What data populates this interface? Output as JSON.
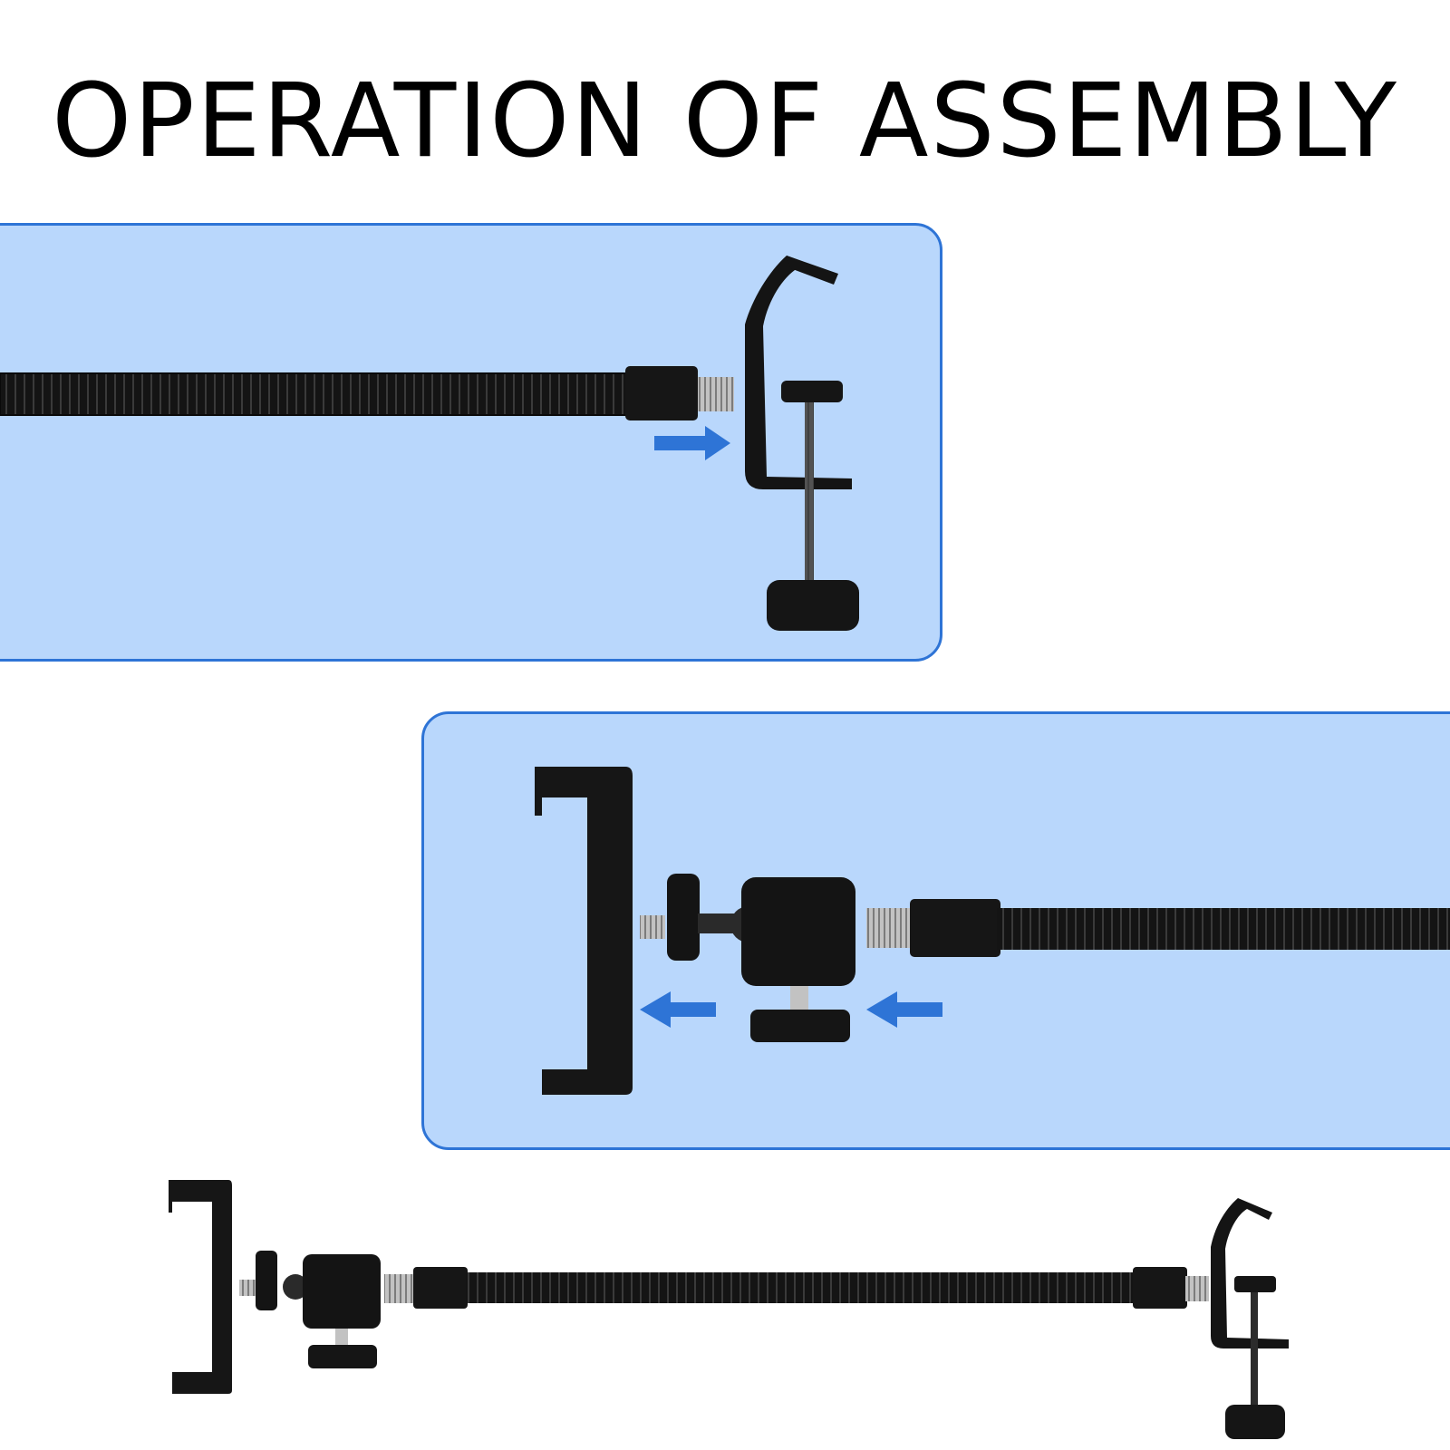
{
  "title": "OPERATION OF ASSEMBLY",
  "colors": {
    "panel_fill": "#b9d7fc",
    "panel_border": "#2e74d6",
    "arrow": "#2e74d6",
    "part": "#121212",
    "thread": "#b5b5b5"
  },
  "steps": [
    {
      "parts": [
        "gooseneck-arm",
        "c-clamp"
      ],
      "arrow_direction": "right"
    },
    {
      "parts": [
        "phone-holder",
        "ball-head",
        "gooseneck-arm"
      ],
      "arrow_direction": "left"
    },
    {
      "parts": [
        "phone-holder",
        "ball-head",
        "gooseneck-arm",
        "c-clamp"
      ],
      "arrow_direction": "none"
    }
  ]
}
